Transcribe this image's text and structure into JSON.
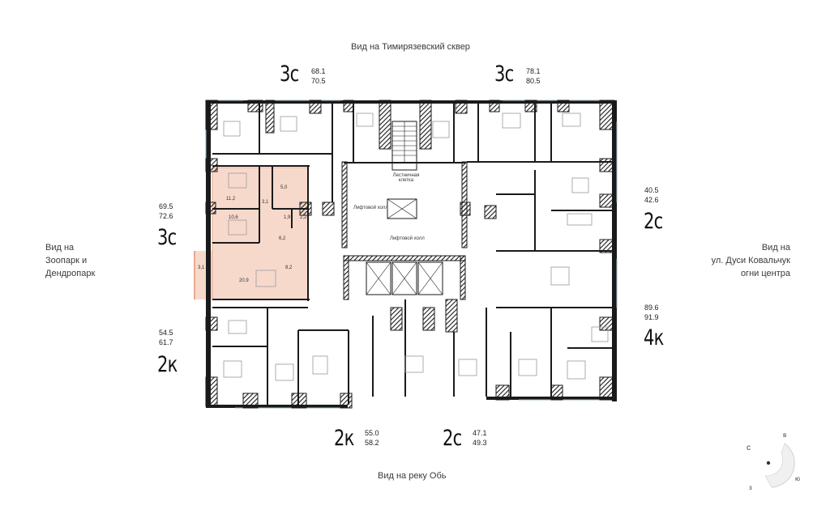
{
  "views": {
    "top": "Вид на Тимирязевский сквер",
    "bottom": "Вид на реку Обь",
    "left_lines": [
      "Вид на",
      "Зоопарк и",
      "Дендропарк"
    ],
    "right_lines": [
      "Вид на",
      "ул. Дуси Ковальчук",
      "огни центра"
    ]
  },
  "apartments": {
    "top_left": {
      "type": "3с",
      "area1": "68.1",
      "area2": "70.5"
    },
    "top_right": {
      "type": "3с",
      "area1": "78.1",
      "area2": "80.5"
    },
    "left_upper": {
      "type": "3с",
      "area1": "69.5",
      "area2": "72.6"
    },
    "left_lower": {
      "type": "2к",
      "area1": "54.5",
      "area2": "61.7"
    },
    "right_upper": {
      "type": "2с",
      "area1": "40.5",
      "area2": "42.6"
    },
    "right_lower": {
      "type": "4к",
      "area1": "89.6",
      "area2": "91.9"
    },
    "bottom_left": {
      "type": "2к",
      "area1": "55.0",
      "area2": "58.2"
    },
    "bottom_right": {
      "type": "2с",
      "area1": "47.1",
      "area2": "49.3"
    }
  },
  "plan_labels": {
    "stairs": [
      "Лестничная",
      "клетка"
    ],
    "lift_hall_1": "Лифтовой холл",
    "lift_hall_2": "Лифтовой холл"
  },
  "room_areas": {
    "r1": "11,2",
    "r2": "5,0",
    "r3": "3,1",
    "r4": "10,6",
    "r5": "1,9",
    "r6": "2,2",
    "r7": "6,2",
    "r8": "8,2",
    "r9": "20,9",
    "r10": "3,1"
  },
  "compass": {
    "n": "в",
    "w": "с",
    "e": "ю",
    "s": "з"
  },
  "colors": {
    "highlight": "#f7d9cc",
    "highlight_edge": "#e8a98f",
    "wall": "#1a1a1a",
    "accent_window": "#c8d8e0"
  }
}
